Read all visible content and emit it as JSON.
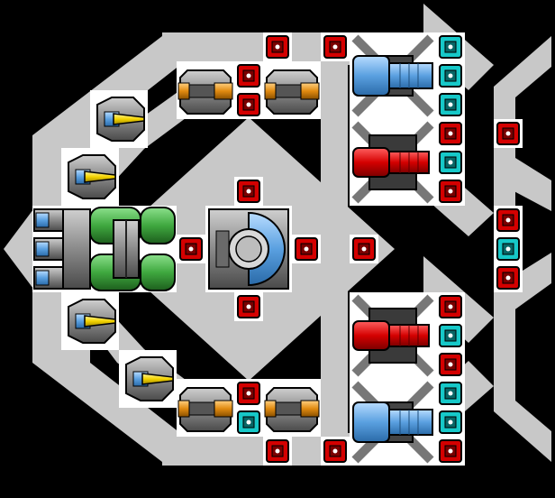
{
  "ship": {
    "hull_color": "#c8c8c8",
    "hull_line_color": "#b4b4b4",
    "block_bg": "#ffffff",
    "colors": {
      "red": "#d40000",
      "red_dark": "#7a0000",
      "cyan": "#16c8c8",
      "cyan_dark": "#086666",
      "green": "#3fa83f",
      "green_dark": "#1d5e1d",
      "blue": "#5aa0e0",
      "blue_light": "#9ad0ff",
      "yellow": "#f4d400",
      "orange": "#e08a10",
      "steel": "#8a8a8a",
      "steel_dark": "#3a3a3a"
    },
    "blocks": [
      {
        "type": "red-module"
      },
      {
        "type": "red-module"
      },
      {
        "type": "cyan-module"
      },
      {
        "type": "red-module"
      },
      {
        "type": "cyan-module"
      },
      {
        "type": "red-module"
      },
      {
        "type": "cyan-module"
      },
      {
        "type": "red-module"
      },
      {
        "type": "cyan-module"
      },
      {
        "type": "red-module"
      },
      {
        "type": "red-module"
      },
      {
        "type": "red-module"
      },
      {
        "type": "red-module"
      },
      {
        "type": "red-module"
      },
      {
        "type": "red-module"
      },
      {
        "type": "red-module"
      },
      {
        "type": "cyan-module"
      },
      {
        "type": "red-module"
      },
      {
        "type": "red-module"
      },
      {
        "type": "red-module"
      },
      {
        "type": "cyan-module"
      },
      {
        "type": "cyan-module"
      },
      {
        "type": "red-module"
      },
      {
        "type": "cyan-module"
      },
      {
        "type": "red-module"
      },
      {
        "type": "cyan-module"
      },
      {
        "type": "red-module"
      },
      {
        "type": "red-module"
      },
      {
        "type": "red-module"
      }
    ]
  }
}
